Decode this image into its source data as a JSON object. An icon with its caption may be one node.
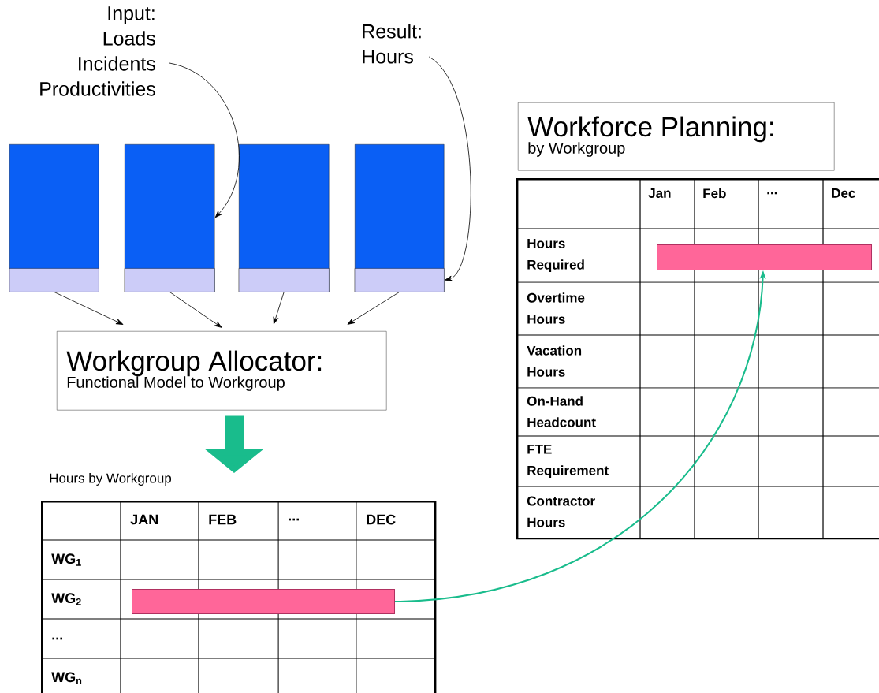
{
  "diagram": {
    "nodes": [
      {
        "text": [
          "Input:",
          "Loads",
          "Incidents",
          "Productivities"
        ]
      },
      {
        "text": [
          "Result:",
          "Hours"
        ]
      },
      {
        "text": [],
        "shape": "box"
      },
      {
        "text": [],
        "shape": "box"
      },
      {
        "text": [],
        "shape": "box"
      },
      {
        "text": [],
        "shape": "box"
      },
      {
        "text": [
          "Workgroup Allocator:",
          "Functional Model to Workgroup"
        ]
      },
      {
        "text": [
          "Hours by Workgroup"
        ]
      },
      {
        "text": [],
        "shape": "bar",
        "in": 7
      },
      {
        "text": [
          "Workforce Planning:",
          "by Workgroup"
        ]
      },
      {
        "text": [],
        "shape": "box"
      },
      {
        "text": [],
        "shape": "bar",
        "in": 10
      }
    ],
    "edges": [
      {
        "from": 0,
        "to": 3,
        "arrow": "to"
      },
      {
        "from": 1,
        "to": 5,
        "arrow": "to"
      },
      {
        "from": 2,
        "to": 6,
        "arrow": "to"
      },
      {
        "from": 3,
        "to": 6,
        "arrow": "to"
      },
      {
        "from": 4,
        "to": 6,
        "arrow": "to"
      },
      {
        "from": 5,
        "to": 6,
        "arrow": "to"
      },
      {
        "from": 6,
        "to": 7,
        "arrow": "to",
        "style": "thick",
        "color": "#19bc8c"
      },
      {
        "from": 8,
        "to": 11,
        "arrow": "to",
        "color": "#19bc8c"
      }
    ],
    "labels": [
      "JAN",
      "FEB",
      "...",
      "DEC",
      "WG$_{1}$",
      "WG$_{2}$",
      "...",
      "WG$_{n}$",
      "Jan",
      "Feb",
      "...",
      "Dec",
      "Hours Required",
      "Overtime Hours",
      "Vacation Hours",
      "On-Hand Headcount",
      "FTE Requirement",
      "Contractor Hours"
    ]
  }
}
